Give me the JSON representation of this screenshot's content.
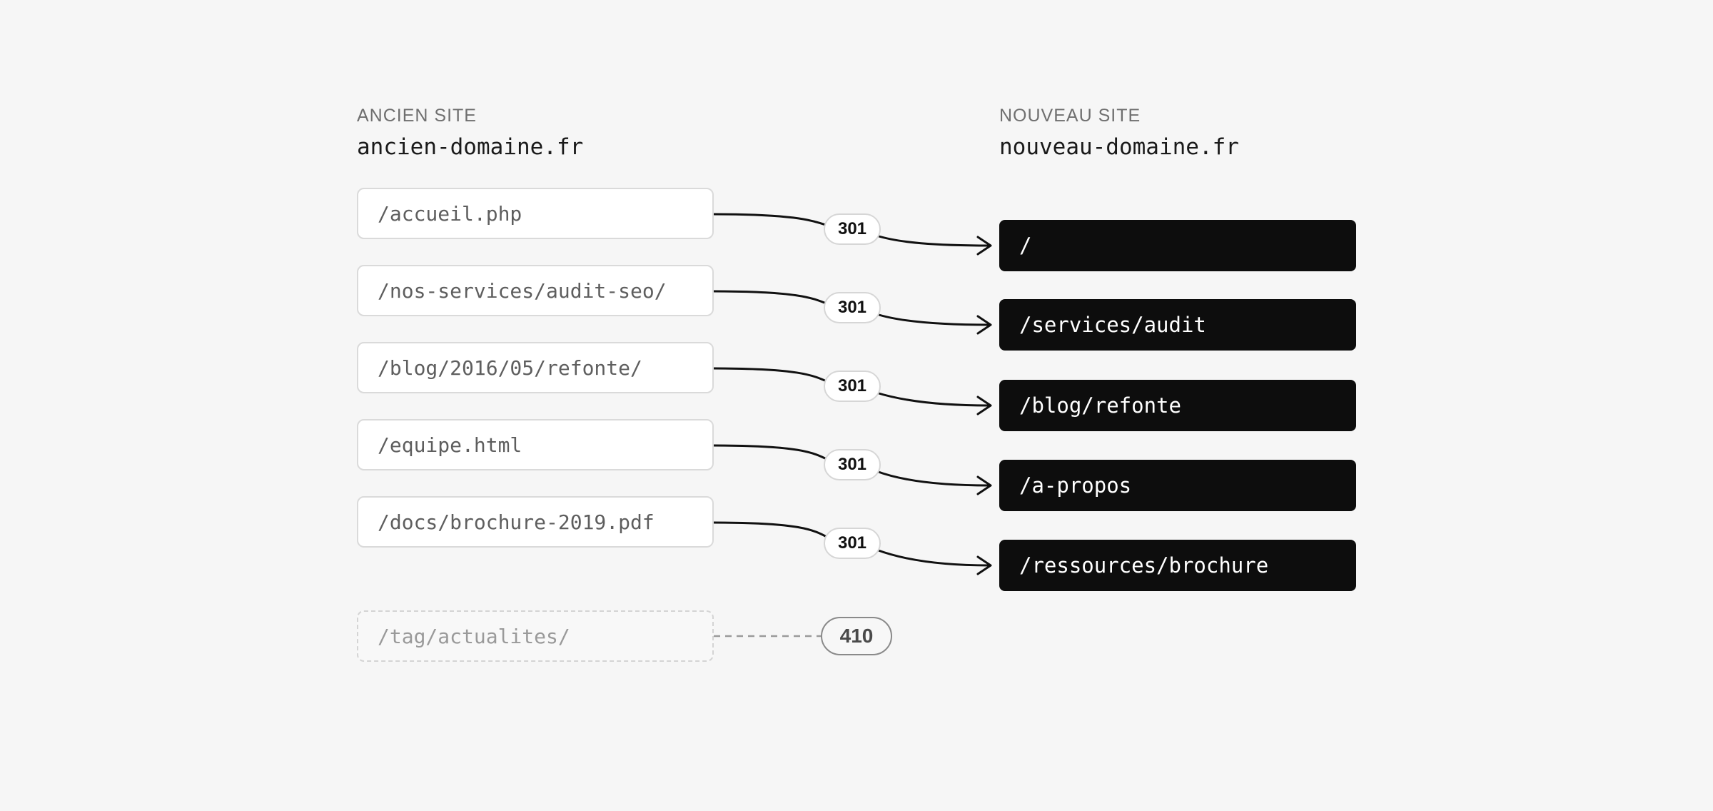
{
  "old_site": {
    "label": "ANCIEN SITE",
    "domain": "ancien-domaine.fr",
    "paths": [
      "/accueil.php",
      "/nos-services/audit-seo/",
      "/blog/2016/05/refonte/",
      "/equipe.html",
      "/docs/brochure-2019.pdf"
    ]
  },
  "new_site": {
    "label": "NOUVEAU SITE",
    "domain": "nouveau-domaine.fr",
    "paths": [
      "/",
      "/services/audit",
      "/blog/refonte",
      "/a-propos",
      "/ressources/brochure"
    ]
  },
  "redirects": [
    {
      "code": "301"
    },
    {
      "code": "301"
    },
    {
      "code": "301"
    },
    {
      "code": "301"
    },
    {
      "code": "301"
    }
  ],
  "removed": {
    "path": "/tag/actualites/",
    "code": "410"
  },
  "colors": {
    "background": "#f6f6f6",
    "new_box": "#0d0d0d",
    "arrow": "#111111",
    "removed_line": "#9a9a9a"
  }
}
